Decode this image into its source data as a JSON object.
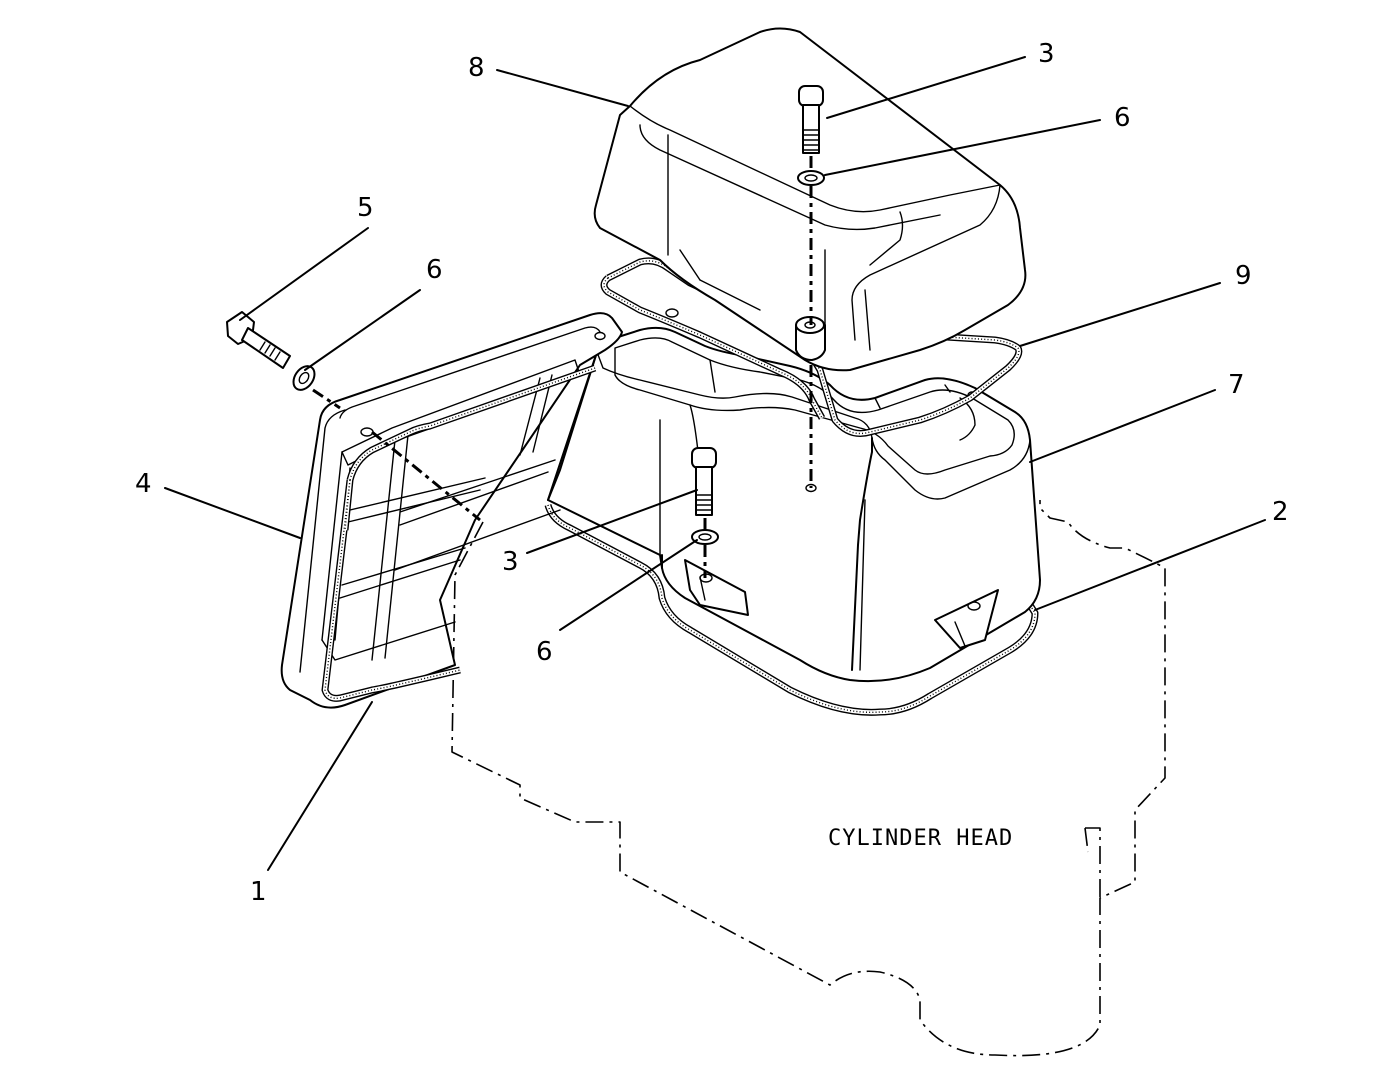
{
  "callouts": {
    "c1": "1",
    "c2": "2",
    "c3_top": "3",
    "c3_mid": "3",
    "c4": "4",
    "c5": "5",
    "c6_top": "6",
    "c6_left": "6",
    "c6_mid": "6",
    "c7": "7",
    "c8": "8",
    "c9": "9"
  },
  "labels": {
    "cylinder_head": "CYLINDER HEAD"
  }
}
